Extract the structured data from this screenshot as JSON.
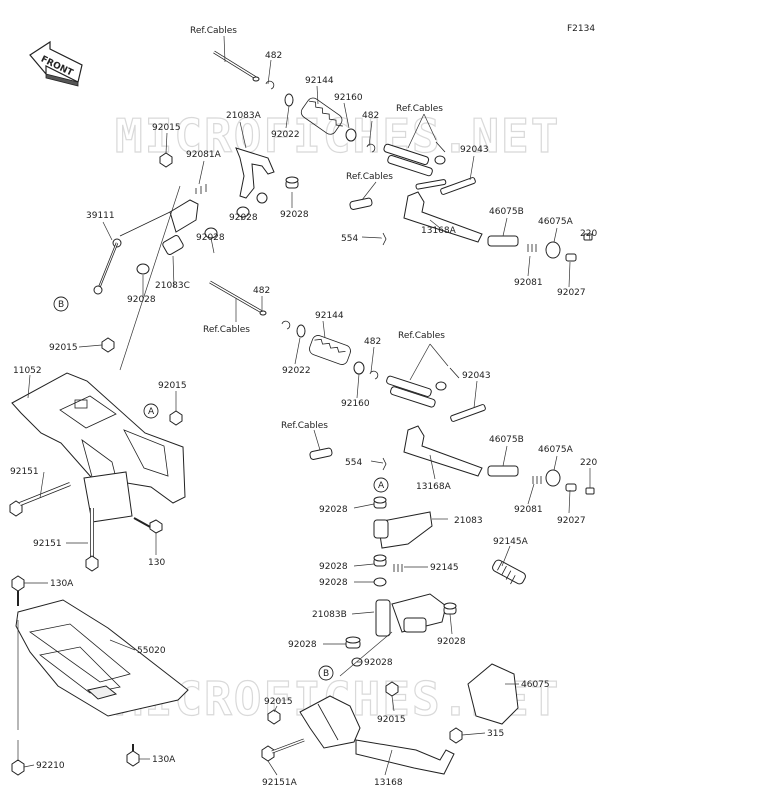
{
  "figure_code": "F2134",
  "front_label": "FRONT",
  "watermark": "MICROFICHES.NET",
  "callouts": [
    {
      "id": "a",
      "text": "A"
    },
    {
      "id": "b",
      "text": "B"
    }
  ],
  "labels": {
    "ref_cables_1": "Ref.Cables",
    "p482_1": "482",
    "p92144_1": "92144",
    "p92160_1": "92160",
    "p482_2": "482",
    "ref_cables_2": "Ref.Cables",
    "p92022_1": "92022",
    "p21083A": "21083A",
    "p92015_1": "92015",
    "p92081A": "92081A",
    "ref_cables_3": "Ref.Cables",
    "p92043_1": "92043",
    "p92028_1": "92028",
    "p39111": "39111",
    "p92028_2": "92028",
    "p92028_3": "92028",
    "p554_1": "554",
    "p13168A_1": "13168A",
    "p46075B_1": "46075B",
    "p46075A_1": "46075A",
    "p220_1": "220",
    "p21083C": "21083C",
    "p92028_4": "92028",
    "p92081_1": "92081",
    "p92027_1": "92027",
    "p482_3": "482",
    "ref_cables_4": "Ref.Cables",
    "p92144_2": "92144",
    "p92015_2": "92015",
    "p482_4": "482",
    "ref_cables_5": "Ref.Cables",
    "p92022_2": "92022",
    "p11052": "11052",
    "p92043_2": "92043",
    "p92015_3": "92015",
    "p92160_2": "92160",
    "ref_cables_6": "Ref.Cables",
    "p46075B_2": "46075B",
    "p46075A_2": "46075A",
    "p554_2": "554",
    "p220_2": "220",
    "p92151": "92151",
    "p13168A_2": "13168A",
    "p92028_5": "92028",
    "p92081_2": "92081",
    "p92027_2": "92027",
    "p21083": "21083",
    "p92151_2": "92151",
    "p130_1": "130",
    "p92145A": "92145A",
    "p92028_6": "92028",
    "p92145": "92145",
    "p92028_7": "92028",
    "p130A_1": "130A",
    "p21083B": "21083B",
    "p92028_8": "92028",
    "p55020": "55020",
    "p92028_9": "92028",
    "p92028_10": "92028",
    "p46075": "46075",
    "p92015_4": "92015",
    "p92015_5": "92015",
    "p315": "315",
    "p92210": "92210",
    "p130A_2": "130A",
    "p92151A": "92151A",
    "p13168": "13168"
  }
}
